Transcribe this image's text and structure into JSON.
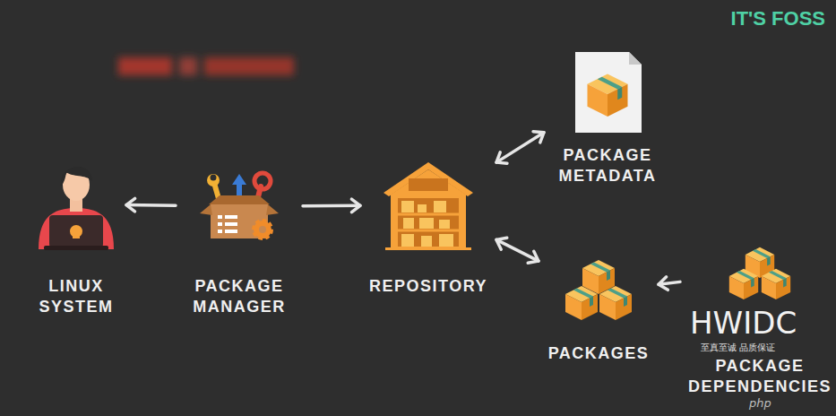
{
  "diagram": {
    "nodes": [
      {
        "text": [
          "LINUX SYSTEM"
        ]
      },
      {
        "text": [
          "PACKAGE MANAGER"
        ]
      },
      {
        "text": [
          "REPOSITORY"
        ]
      },
      {
        "text": [
          "PACKAGE METADATA"
        ]
      },
      {
        "text": [
          "PACKAGES"
        ]
      },
      {
        "text": [
          "PACKAGE DEPENDENCIES"
        ]
      }
    ],
    "edges": [
      {
        "from": 1,
        "to": 0,
        "arrow": "to"
      },
      {
        "from": 1,
        "to": 2,
        "arrow": "to"
      },
      {
        "from": 2,
        "to": 3,
        "arrow": "both"
      },
      {
        "from": 2,
        "to": 4,
        "arrow": "both"
      },
      {
        "from": 5,
        "to": 4,
        "arrow": "to"
      }
    ],
    "labels": [
      "IT'S FOSS",
      "HWIDC",
      "至真至诚 品质保证",
      "php"
    ]
  }
}
